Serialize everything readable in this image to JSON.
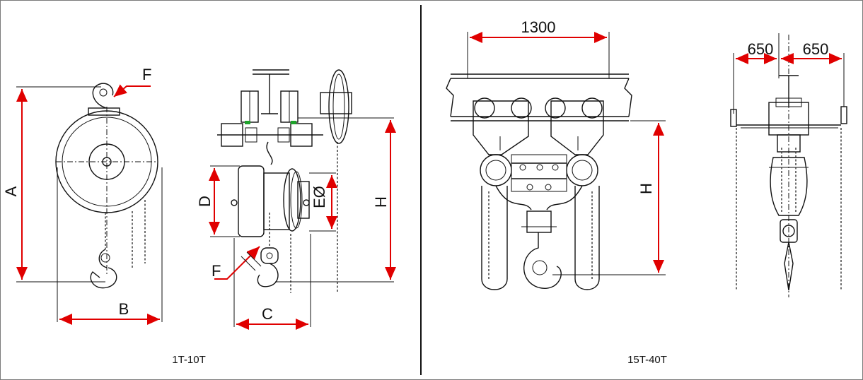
{
  "left_panel": {
    "caption": "1T-10T",
    "labels": {
      "A": "A",
      "B": "B",
      "C": "C",
      "D": "D",
      "E": "EØ",
      "F_top": "F",
      "F_bottom": "F",
      "H": "H"
    }
  },
  "right_panel": {
    "caption": "15T-40T",
    "labels": {
      "span": "1300",
      "left_half": "650",
      "right_half": "650",
      "H": "H"
    }
  },
  "colors": {
    "dimension": "#e00000",
    "drawing": "#111111",
    "marker": "#1fa32b"
  }
}
